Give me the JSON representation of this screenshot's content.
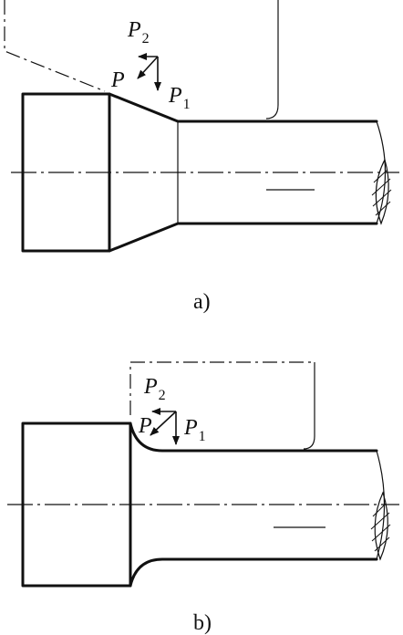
{
  "figure_a": {
    "caption": "a)",
    "force_p": "P",
    "force_p1": "P",
    "force_p1_sub": "1",
    "force_p2": "P",
    "force_p2_sub": "2"
  },
  "figure_b": {
    "caption": "b)",
    "force_p": "P",
    "force_p1": "P",
    "force_p1_sub": "1",
    "force_p2": "P",
    "force_p2_sub": "2"
  },
  "colors": {
    "line": "#111111",
    "background": "#ffffff"
  }
}
